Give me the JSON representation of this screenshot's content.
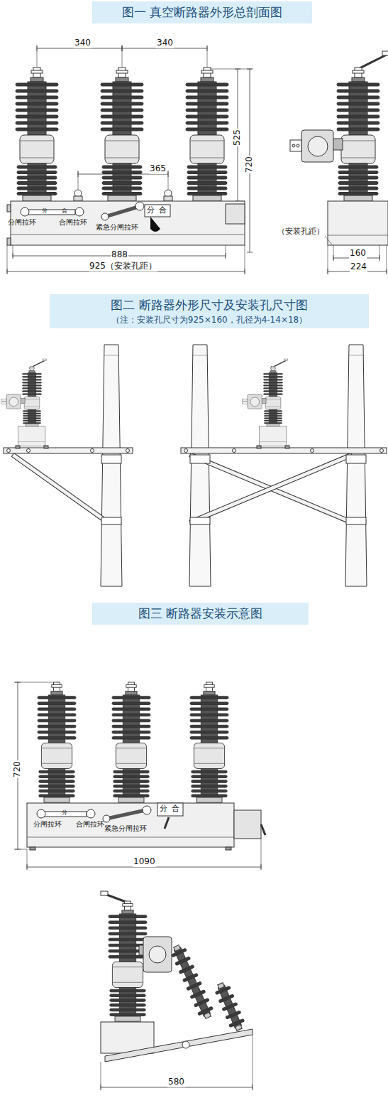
{
  "diagram": {
    "nodes": [
      {
        "text": [
          "图一  真空断路器外形总剖面图"
        ]
      },
      {
        "text": [
          "图二  断路器外形尺寸及安装孔尺寸图",
          "（注：安装孔尺寸为925×160，孔径为4-14×18）"
        ]
      },
      {
        "text": [
          "图三  断路器安装示意图"
        ]
      }
    ],
    "labels": [
      "340",
      "340",
      "525",
      "720",
      "365",
      "分",
      "合",
      "分闸拉环",
      "合闸拉环",
      "紧急分闸拉环",
      "分",
      "合",
      "888",
      "925（安装孔距）",
      "（安装孔距）",
      "160",
      "224",
      "720",
      "分",
      "分闸拉环",
      "合闸拉环",
      "紧急分闸拉环",
      "分",
      "合",
      "1090",
      "580"
    ]
  }
}
